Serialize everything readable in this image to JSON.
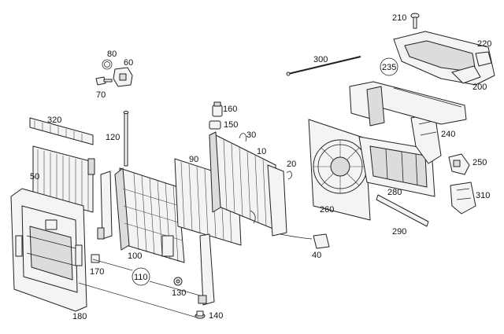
{
  "labels": {
    "l210": "210",
    "l220": "220",
    "l200": "200",
    "l300": "300",
    "l235": "235",
    "l80": "80",
    "l60": "60",
    "l70": "70",
    "l160": "160",
    "l150": "150",
    "l30": "30",
    "l10": "10",
    "l20": "20",
    "l320": "320",
    "l120": "120",
    "l90": "90",
    "l50": "50",
    "l240": "240",
    "l250": "250",
    "l310": "310",
    "l280": "280",
    "l260": "260",
    "l290": "290",
    "l40": "40",
    "l100": "100",
    "l170": "170",
    "l110": "110",
    "l130": "130",
    "l140": "140",
    "l180": "180"
  }
}
